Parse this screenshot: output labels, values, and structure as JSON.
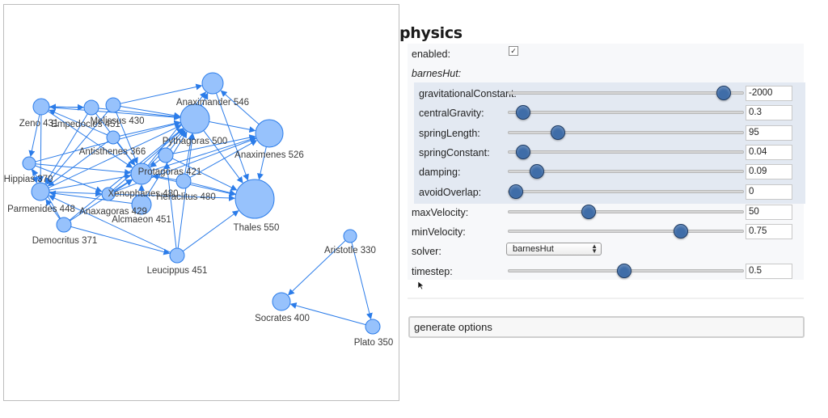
{
  "network": {
    "node_color": "#97C2FC",
    "node_border": "#2B7CE9",
    "edge_color": "#2B7CE9",
    "nodes": [
      {
        "id": "zeno",
        "label": "Zeno 431"
      },
      {
        "id": "empedocles",
        "label": "Empedocles 451"
      },
      {
        "id": "melissus",
        "label": "Melissus 430"
      },
      {
        "id": "anaximander",
        "label": "Anaximander 546"
      },
      {
        "id": "pythagoras",
        "label": "Pythagoras 500"
      },
      {
        "id": "anaximenes",
        "label": "Anaximenes 526"
      },
      {
        "id": "antisthenes",
        "label": "Antisthenes 366"
      },
      {
        "id": "anaxagoras421",
        "label": "Protagoras 421"
      },
      {
        "id": "hippias",
        "label": "Hippias 370"
      },
      {
        "id": "xenophanes",
        "label": "Xenophanes 480"
      },
      {
        "id": "heraclitus",
        "label": "Heraclitus 480"
      },
      {
        "id": "parmenides",
        "label": "Parmenides 448"
      },
      {
        "id": "anaxagoras429",
        "label": "Anaxagoras 429"
      },
      {
        "id": "alcmaeon",
        "label": "Alcmaeon 451"
      },
      {
        "id": "thales",
        "label": "Thales 550"
      },
      {
        "id": "democritus",
        "label": "Democritus 371"
      },
      {
        "id": "leucippus",
        "label": "Leucippus 451"
      },
      {
        "id": "aristotle",
        "label": "Aristotle 330"
      },
      {
        "id": "socrates",
        "label": "Socrates 400"
      },
      {
        "id": "plato",
        "label": "Plato 350"
      }
    ]
  },
  "config": {
    "title": "physics",
    "enabled_label": "enabled:",
    "enabled_checked": true,
    "checkmark": "✓",
    "group_label": "barnesHut:",
    "rows": [
      {
        "label": "gravitationalConstant:",
        "value": "-2000",
        "level": 0.91
      },
      {
        "label": "centralGravity:",
        "value": "0.3",
        "level": 0.06
      },
      {
        "label": "springLength:",
        "value": "95",
        "level": 0.21
      },
      {
        "label": "springConstant:",
        "value": "0.04",
        "level": 0.06
      },
      {
        "label": "damping:",
        "value": "0.09",
        "level": 0.12
      },
      {
        "label": "avoidOverlap:",
        "value": "0",
        "level": 0.03
      },
      {
        "label": "maxVelocity:",
        "value": "50",
        "level": 0.34
      },
      {
        "label": "minVelocity:",
        "value": "0.75",
        "level": 0.73
      }
    ],
    "solver_label": "solver:",
    "solver_value": "barnesHut",
    "timestep_label": "timestep:",
    "timestep_value": "0.5",
    "timestep_level": 0.49,
    "generate_label": "generate options"
  }
}
